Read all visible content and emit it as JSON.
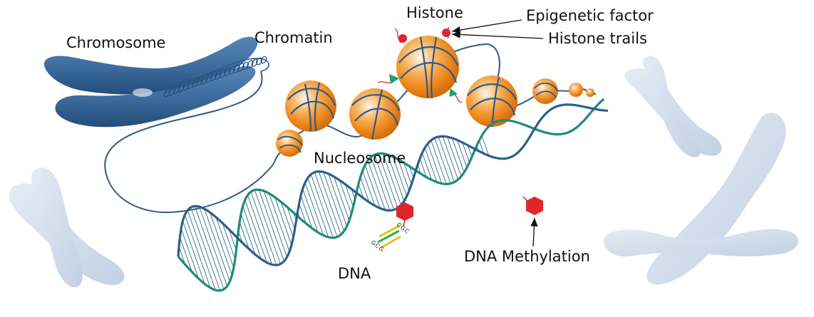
{
  "labels": {
    "chromosome": "Chromosome",
    "chromatin": "Chromatin",
    "histone": "Histone",
    "epigenetic_factor": "Epigenetic factor",
    "histone_trails": "Histone trails",
    "nucleosome": "Nucleosome",
    "dna": "DNA",
    "dna_methylation": "DNA Methylation"
  },
  "base_pairs": {
    "upper": "CGC",
    "lower": "GCG"
  },
  "colors": {
    "chromosome": "#3b6a9c",
    "faded_chromosome": "#cdd9e8",
    "histone": "#f08a1c",
    "dna_strand_a": "#1e8a7a",
    "dna_strand_b": "#2c5f8c",
    "methyl_group": "#e0262b",
    "epigenetic_marker": "#d9282e",
    "histone_tail_marker": "#1aa36b"
  }
}
